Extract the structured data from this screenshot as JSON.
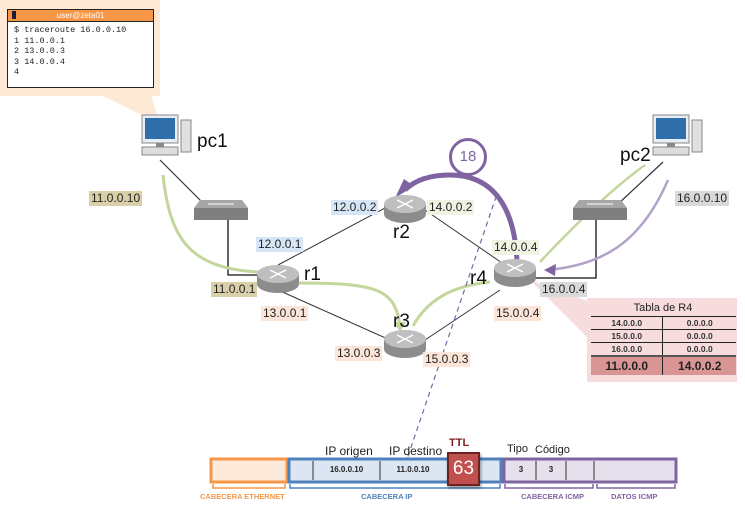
{
  "terminal": {
    "title": "user@zeta01",
    "lines": [
      "$ traceroute 16.0.0.10",
      "1 11.0.0.1",
      "2 13.0.0.3",
      "3 14.0.0.4",
      "4"
    ]
  },
  "nodes": {
    "pc1": "pc1",
    "pc2": "pc2",
    "r1": "r1",
    "r2": "r2",
    "r3": "r3",
    "r4": "r4"
  },
  "addresses": {
    "pc1": "11.0.0.10",
    "pc2": "16.0.0.10",
    "r1_lan": "11.0.0.1",
    "r1_r2": "12.0.0.1",
    "r1_r3": "13.0.0.1",
    "r2_r1": "12.0.0.2",
    "r2_r4": "14.0.0.2",
    "r3_r1": "13.0.0.3",
    "r3_r4": "15.0.0.3",
    "r4_r2": "14.0.0.4",
    "r4_r3": "15.0.0.4",
    "r4_lan": "16.0.0.4"
  },
  "step_badge": "18",
  "routing_table": {
    "title": "Tabla de R4",
    "rows": [
      {
        "dest": "14.0.0.0",
        "gw": "0.0.0.0"
      },
      {
        "dest": "15.0.0.0",
        "gw": "0.0.0.0"
      },
      {
        "dest": "16.0.0.0",
        "gw": "0.0.0.0"
      },
      {
        "dest": "11.0.0.0",
        "gw": "14.0.0.2",
        "highlighted": true
      }
    ]
  },
  "packet": {
    "ip_src_label": "IP origen",
    "ip_dst_label": "IP destino",
    "ttl_label": "TTL",
    "ip_src": "16.0.0.10",
    "ip_dst": "11.0.0.10",
    "ttl": "63",
    "icmp_type_label": "Tipo",
    "icmp_code_label": "Código",
    "icmp_type": "3",
    "icmp_code": "3",
    "sections": {
      "ethernet": "CABECERA ETHERNET",
      "ip": "CABECERA IP",
      "icmp": "CABECERA ICMP",
      "data": "DATOS ICMP"
    }
  },
  "colors": {
    "path_forward": "#c3d69b",
    "path_reply": "#8064a2",
    "ethernet": "#f79646",
    "ip": "#4f81bd",
    "icmp": "#8064a2",
    "ttl": "#c0504d"
  }
}
